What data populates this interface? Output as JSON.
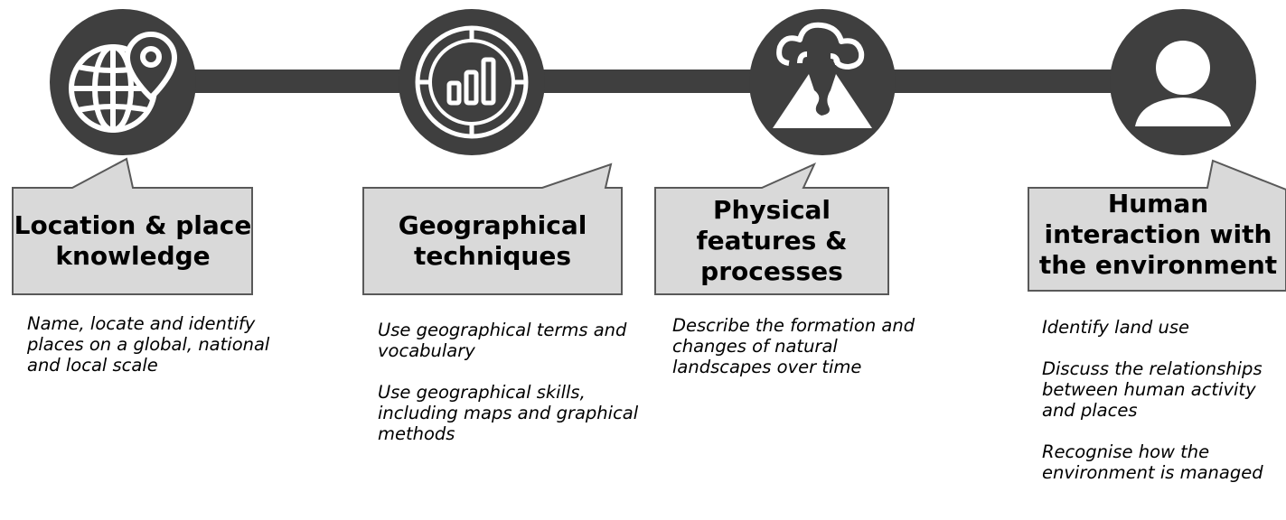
{
  "stages": [
    {
      "title": "Location & place knowledge",
      "icon": "globe-location-pin-icon",
      "descriptions": [
        "Name, locate and identify places on a global, national and local scale"
      ]
    },
    {
      "title": "Geographical techniques",
      "icon": "bar-chart-dial-icon",
      "descriptions": [
        "Use geographical terms and vocabulary",
        "Use geographical skills, including maps and graphical methods"
      ]
    },
    {
      "title": "Physical features & processes",
      "icon": "volcano-icon",
      "descriptions": [
        "Describe the formation and changes of natural landscapes over time"
      ]
    },
    {
      "title": "Human interaction with the environment",
      "icon": "person-icon",
      "descriptions": [
        "Identify land use",
        "Discuss the relationships between human activity and places",
        "Recognise how the environment is managed"
      ]
    }
  ],
  "colors": {
    "node": "#3f3f3f",
    "callout_fill": "#d9d9d9",
    "callout_stroke": "#595959"
  }
}
